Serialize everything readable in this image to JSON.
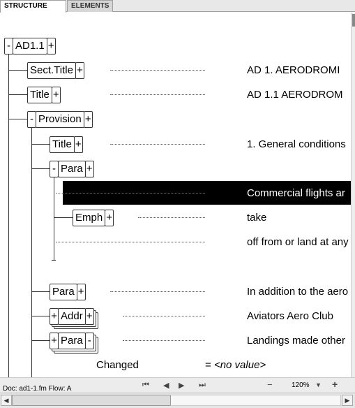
{
  "tabs": [
    {
      "label": "STRUCTURE VIEW",
      "active": true
    },
    {
      "label": "ELEMENTS",
      "active": false
    }
  ],
  "tree": {
    "root": {
      "label": "AD1.1",
      "expand": "-",
      "collapse": "+"
    },
    "sect_title": {
      "label": "Sect.Title",
      "toggle": "+",
      "content": "AD 1.   AERODROMI"
    },
    "title1": {
      "label": "Title",
      "toggle": "+",
      "content": "AD 1.1   AERODROM"
    },
    "provision": {
      "label": "Provision",
      "expand": "-",
      "collapse": "+"
    },
    "title2": {
      "label": "Title",
      "toggle": "+",
      "content": "1. General conditions"
    },
    "para1": {
      "label": "Para",
      "expand": "-",
      "collapse": "+"
    },
    "para1_text": {
      "content": "Commercial flights ar"
    },
    "emph": {
      "label": "Emph",
      "toggle": "+",
      "content": "take"
    },
    "para1_tail": {
      "content": "off from or land at any"
    },
    "para2": {
      "label": "Para",
      "toggle": "+",
      "content": "In addition to the aero"
    },
    "addr": {
      "label": "Addr",
      "left": "+",
      "right": "+",
      "content": "Aviators Aero Club"
    },
    "para3": {
      "label": "Para",
      "left": "+",
      "right": "-",
      "content": "Landings made other"
    }
  },
  "attribute": {
    "name": "Changed",
    "value_prefix": "= ",
    "value": "<no value>"
  },
  "status": {
    "doc": "Doc: ad1-1.fm Flow: A",
    "zoom": "120%",
    "nav_first": "⏮",
    "nav_prev": "◀",
    "nav_next": "▶",
    "nav_last": "⏭",
    "zoom_out": "−",
    "zoom_menu": "▼",
    "zoom_in": "+"
  },
  "scroll": {
    "left": "◀",
    "right": "▶"
  }
}
